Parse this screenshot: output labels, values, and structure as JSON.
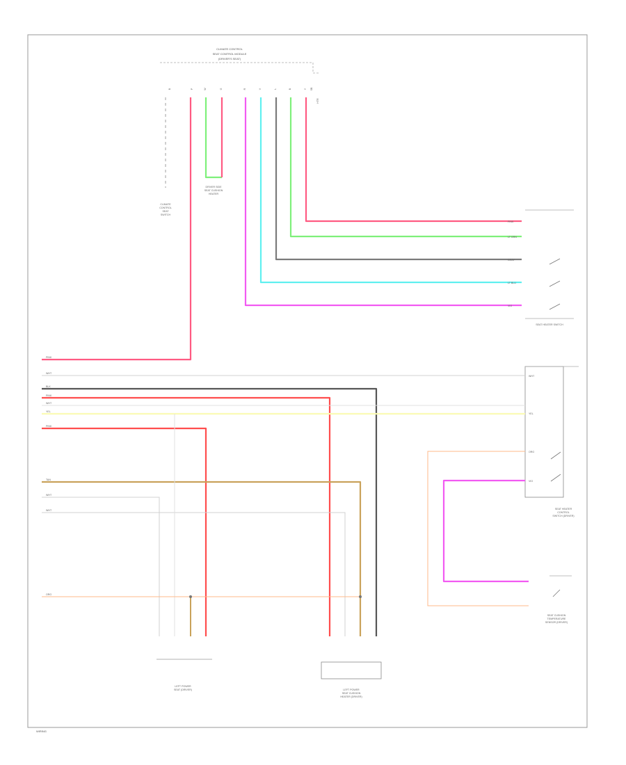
{
  "diagram": {
    "border_color": "#999999",
    "footer_text": "WIRING",
    "top_connector": {
      "title_lines": [
        "CLIMATE CONTROL",
        "SEAT CONTROL MODULE",
        "(DRIVER'S SEAT)"
      ],
      "pin_labels": [
        "B",
        "P",
        "W",
        "G",
        "R",
        "V",
        "L",
        "B",
        "Y",
        "SB",
        "HTR"
      ]
    },
    "colors": {
      "pink": "#ff5a82",
      "green": "#7ef07a",
      "gray": "#7a7a7a",
      "cyan": "#5ff0f0",
      "magenta": "#f25af2",
      "yellow": "#fbfbb4",
      "orange": "#ffb88a",
      "tan": "#c9a25a",
      "black": "#555555",
      "red": "#ff4d4d",
      "light": "#d8d8d8"
    },
    "labels": {
      "top_left_components": [
        "CLIMATE",
        "CONTROL",
        "SEAT",
        "SWITCH"
      ],
      "heater_block": [
        "DRIVER SIDE",
        "SEAT CUSHION",
        "HEATER"
      ],
      "right_switch_title": "SEAT HEATER SWITCH",
      "right_switch_pins": [
        "PINK",
        "LT GRN",
        "GRAY",
        "LT BLU",
        "VIO"
      ],
      "right_block_title": [
        "SEAT HEATER",
        "CONTROL",
        "SWITCH (DRIVER)"
      ],
      "right_block_pins": [
        "WHT",
        "YEL",
        "ORG",
        "VIO"
      ],
      "left_wire_labels": [
        "PINK",
        "WHT",
        "BLK",
        "PINK",
        "WHT",
        "YEL",
        "PINK",
        "TAN",
        "WHT",
        "WHT",
        "ORG"
      ],
      "lower_sensor_title": [
        "SEAT CUSHION",
        "TEMPERATURE",
        "SENSOR (DRIVER)"
      ],
      "bottom_left_connector": [
        "LEFT POWER",
        "SEAT (DRIVER)"
      ],
      "bottom_right_connector": [
        "LEFT POWER",
        "SEAT CUSHION",
        "HEATER (DRIVER)"
      ]
    }
  }
}
